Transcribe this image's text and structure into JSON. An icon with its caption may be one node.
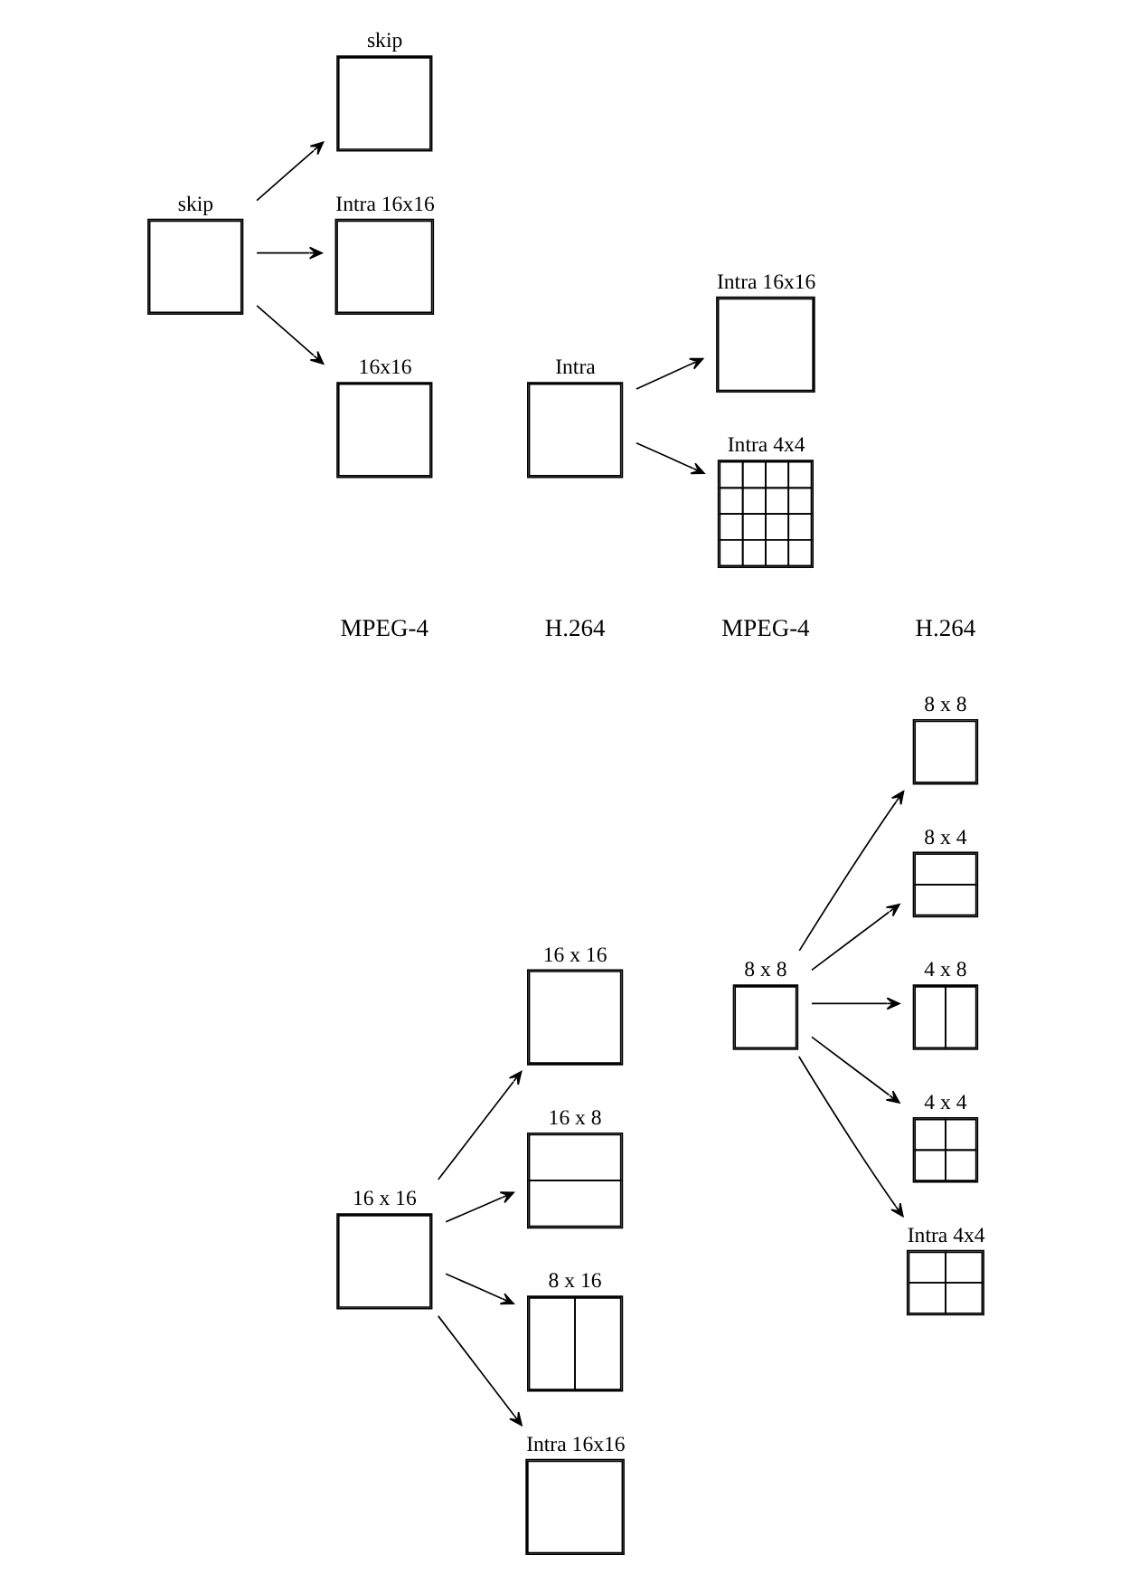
{
  "diagram": {
    "nodes": [
      {
        "text": [
          "16 x 16"
        ]
      },
      {
        "text": [
          "16 x 16"
        ]
      },
      {
        "text": [
          "16 x 8"
        ]
      },
      {
        "text": [
          "8 x 16"
        ]
      },
      {
        "text": [
          "Intra 16x16"
        ]
      },
      {
        "text": [
          "8 x 8"
        ]
      },
      {
        "text": [
          "8 x 8"
        ]
      },
      {
        "text": [
          "8 x 4"
        ]
      },
      {
        "text": [
          "4 x 8"
        ]
      },
      {
        "text": [
          "4 x 4"
        ]
      },
      {
        "text": [
          "Intra 4x4"
        ]
      },
      {
        "text": [
          "skip"
        ]
      },
      {
        "text": [
          "skip"
        ]
      },
      {
        "text": [
          "Intra 16x16"
        ]
      },
      {
        "text": [
          "16x16"
        ]
      },
      {
        "text": [
          "Intra"
        ]
      },
      {
        "text": [
          "Intra 16x16"
        ]
      },
      {
        "text": [
          "Intra 4x4"
        ]
      }
    ],
    "edges": [
      {
        "from": 0,
        "to": 1,
        "arrow": "to"
      },
      {
        "from": 0,
        "to": 2,
        "arrow": "to"
      },
      {
        "from": 0,
        "to": 3,
        "arrow": "to"
      },
      {
        "from": 0,
        "to": 4,
        "arrow": "to"
      },
      {
        "from": 5,
        "to": 6,
        "arrow": "to"
      },
      {
        "from": 5,
        "to": 7,
        "arrow": "to"
      },
      {
        "from": 5,
        "to": 8,
        "arrow": "to"
      },
      {
        "from": 5,
        "to": 9,
        "arrow": "to"
      },
      {
        "from": 5,
        "to": 10,
        "arrow": "to"
      },
      {
        "from": 11,
        "to": 12,
        "arrow": "to"
      },
      {
        "from": 11,
        "to": 13,
        "arrow": "to"
      },
      {
        "from": 11,
        "to": 14,
        "arrow": "to"
      },
      {
        "from": 15,
        "to": 16,
        "arrow": "to"
      },
      {
        "from": 15,
        "to": 17,
        "arrow": "to"
      }
    ],
    "labels": [
      "MPEG-4",
      "H.264",
      "MPEG-4",
      "H.264"
    ]
  }
}
